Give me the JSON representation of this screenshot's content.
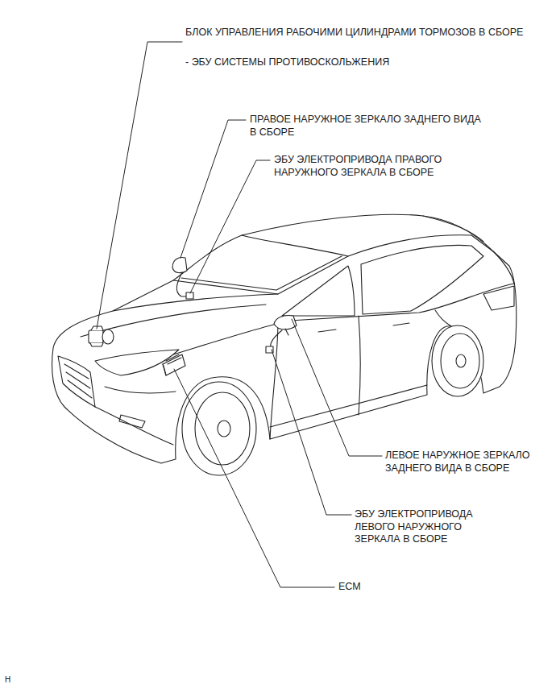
{
  "diagram": {
    "labels": [
      "БЛОК УПРАВЛЕНИЯ РАБОЧИМИ ЦИЛИНДРАМИ ТОРМОЗОВ В СБОРЕ",
      "- ЭБУ СИСТЕМЫ ПРОТИВОСКОЛЬЖЕНИЯ",
      "ПРАВОЕ НАРУЖНОЕ ЗЕРКАЛО ЗАДНЕГО ВИДА В СБОРЕ",
      "ЭБУ ЭЛЕКТРОПРИВОДА ПРАВОГО НАРУЖНОГО ЗЕРКАЛА В СБОРЕ",
      "ЛЕВОЕ НАРУЖНОЕ ЗЕРКАЛО ЗАДНЕГО ВИДА В СБОРЕ",
      "ЭБУ ЭЛЕКТРОПРИВОДА ЛЕВОГО НАРУЖНОГО ЗЕРКАЛА В СБОРЕ",
      "ECM",
      "H"
    ]
  }
}
